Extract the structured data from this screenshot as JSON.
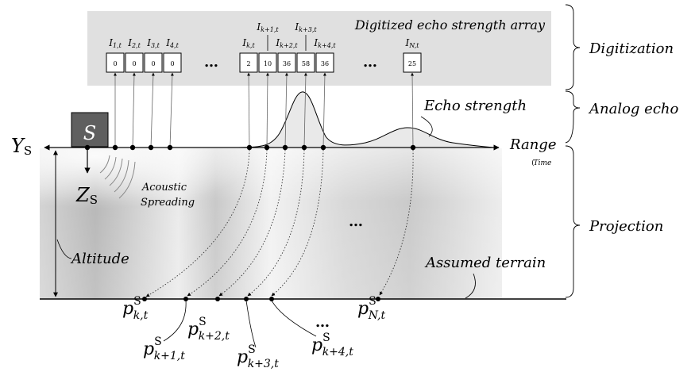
{
  "digitization": {
    "panel_title": "Digitized echo strength array",
    "cells": [
      {
        "label": "I",
        "sub": "1,t",
        "value": "0"
      },
      {
        "label": "I",
        "sub": "2,t",
        "value": "0"
      },
      {
        "label": "I",
        "sub": "3,t",
        "value": "0"
      },
      {
        "label": "I",
        "sub": "4,t",
        "value": "0"
      },
      {
        "label": "I",
        "sub": "k,t",
        "value": "2"
      },
      {
        "label": "I",
        "sub": "k+1,t",
        "value": "10"
      },
      {
        "label": "I",
        "sub": "k+2,t",
        "value": "36"
      },
      {
        "label": "I",
        "sub": "k+3,t",
        "value": "58"
      },
      {
        "label": "I",
        "sub": "k+4,t",
        "value": "36"
      },
      {
        "label": "I",
        "sub": "N,t",
        "value": "25"
      }
    ],
    "ellipsis": "…"
  },
  "stages": {
    "digitization": "Digitization",
    "analog_echo": "Analog echo",
    "projection": "Projection"
  },
  "echo": {
    "label": "Echo strength",
    "range_label": "Range",
    "time_label": "Time"
  },
  "sensor": {
    "symbol": "S",
    "y_axis": "Y",
    "z_axis": "Z",
    "axis_sub": "S",
    "spreading": [
      "Acoustic",
      "Spreading"
    ],
    "altitude": "Altitude"
  },
  "terrain": {
    "label": "Assumed terrain",
    "ellipsis": "…",
    "points": [
      {
        "base": "p",
        "sup": "S",
        "sub": "k,t"
      },
      {
        "base": "p",
        "sup": "S",
        "sub": "k+1,t"
      },
      {
        "base": "p",
        "sup": "S",
        "sub": "k+2,t"
      },
      {
        "base": "p",
        "sup": "S",
        "sub": "k+3,t"
      },
      {
        "base": "p",
        "sup": "S",
        "sub": "k+4,t"
      },
      {
        "base": "p",
        "sup": "S",
        "sub": "N,t"
      }
    ]
  },
  "colors": {
    "panel": "#e0e0e0",
    "sensor_fill": "#5f5f5f",
    "line": "#000000"
  }
}
